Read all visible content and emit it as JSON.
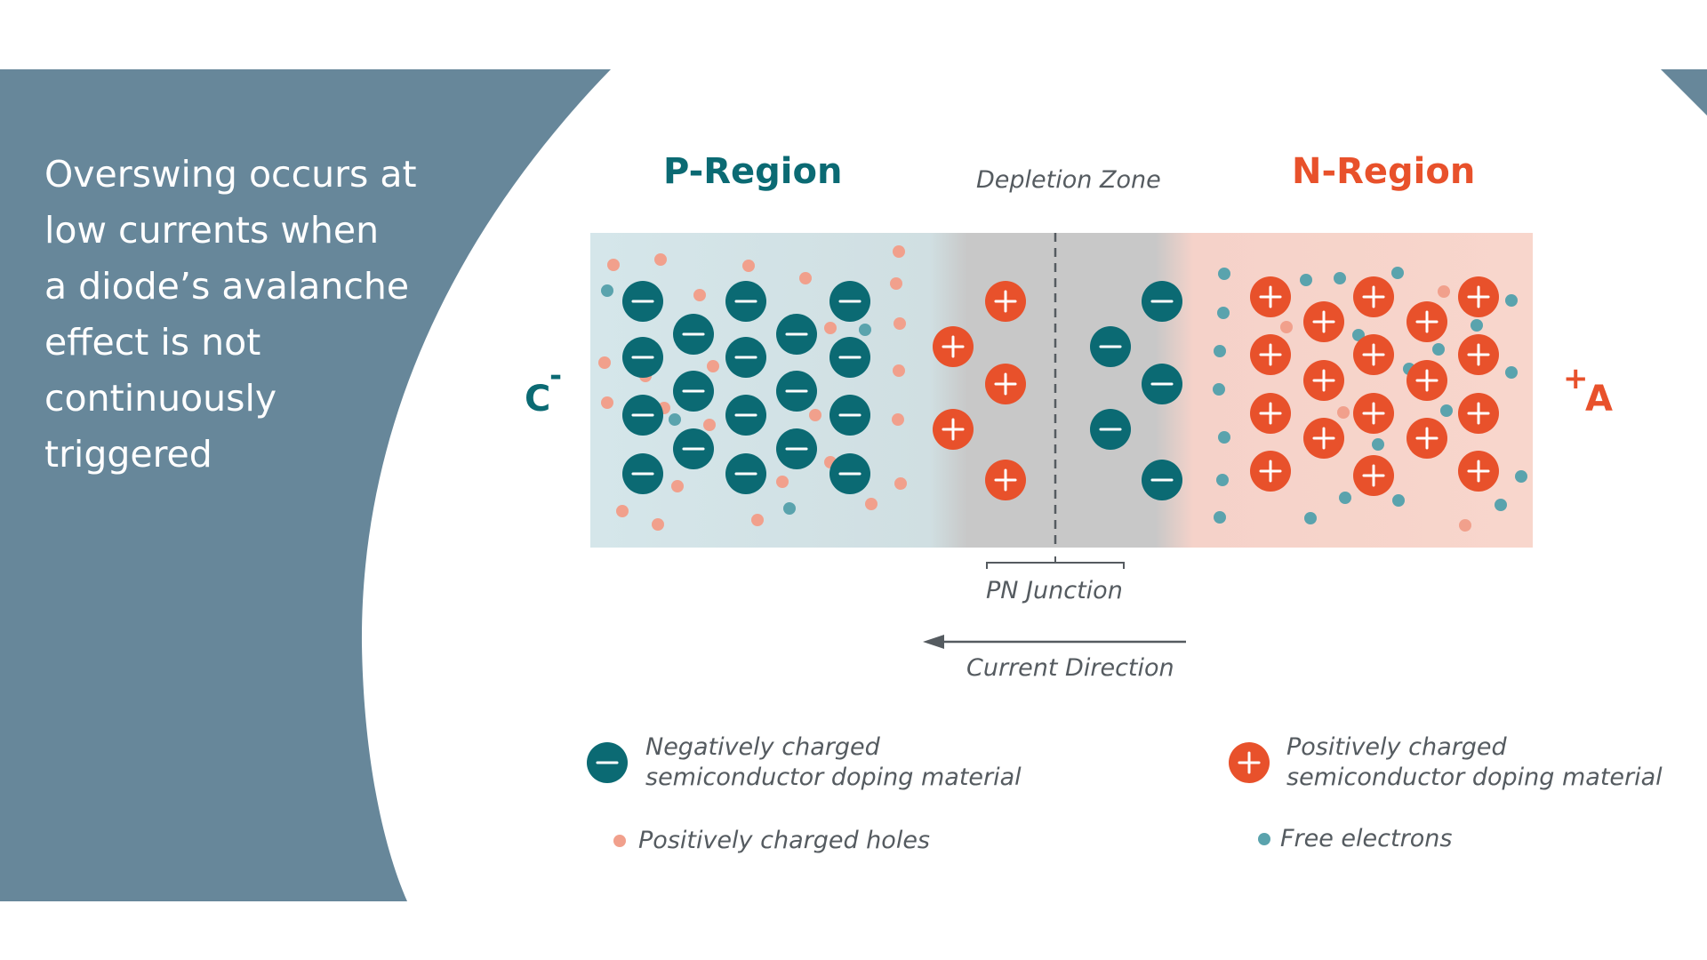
{
  "headline": {
    "lines": [
      "Overswing occurs at",
      "low currents when",
      "a diode’s avalanche",
      "effect is not",
      "continuously",
      "triggered"
    ]
  },
  "diagram": {
    "p_region_label": "P-Region",
    "n_region_label": "N-Region",
    "depletion_zone_label": "Depletion Zone",
    "pn_junction_label": "PN Junction",
    "current_direction_label": "Current Direction",
    "cathode_label": "C",
    "cathode_sign": "-",
    "anode_label": "A",
    "anode_sign": "+",
    "ion_symbols": {
      "negative": "−",
      "positive": "+"
    }
  },
  "legend": {
    "negative_line1": "Negatively charged",
    "negative_line2": "semiconductor doping material",
    "positive_line1": "Positively charged",
    "positive_line2": "semiconductor doping material",
    "holes": "Positively charged holes",
    "electrons": "Free electrons"
  },
  "colors": {
    "panel": "#67879a",
    "teal": "#0b6a73",
    "orange": "#e8512b",
    "p_region_fill": "#d5e6ea",
    "n_region_fill": "#f8d6cc",
    "depletion_fill": "#c8c8c8",
    "hole": "#f1a08c",
    "electron": "#5aa3ad",
    "text_gray": "#555b60"
  },
  "icons": {
    "negative_ion": "minus-circle-icon",
    "positive_ion": "plus-circle-icon",
    "hole": "dot-icon",
    "electron": "dot-icon",
    "current_arrow": "arrow-left-icon"
  }
}
